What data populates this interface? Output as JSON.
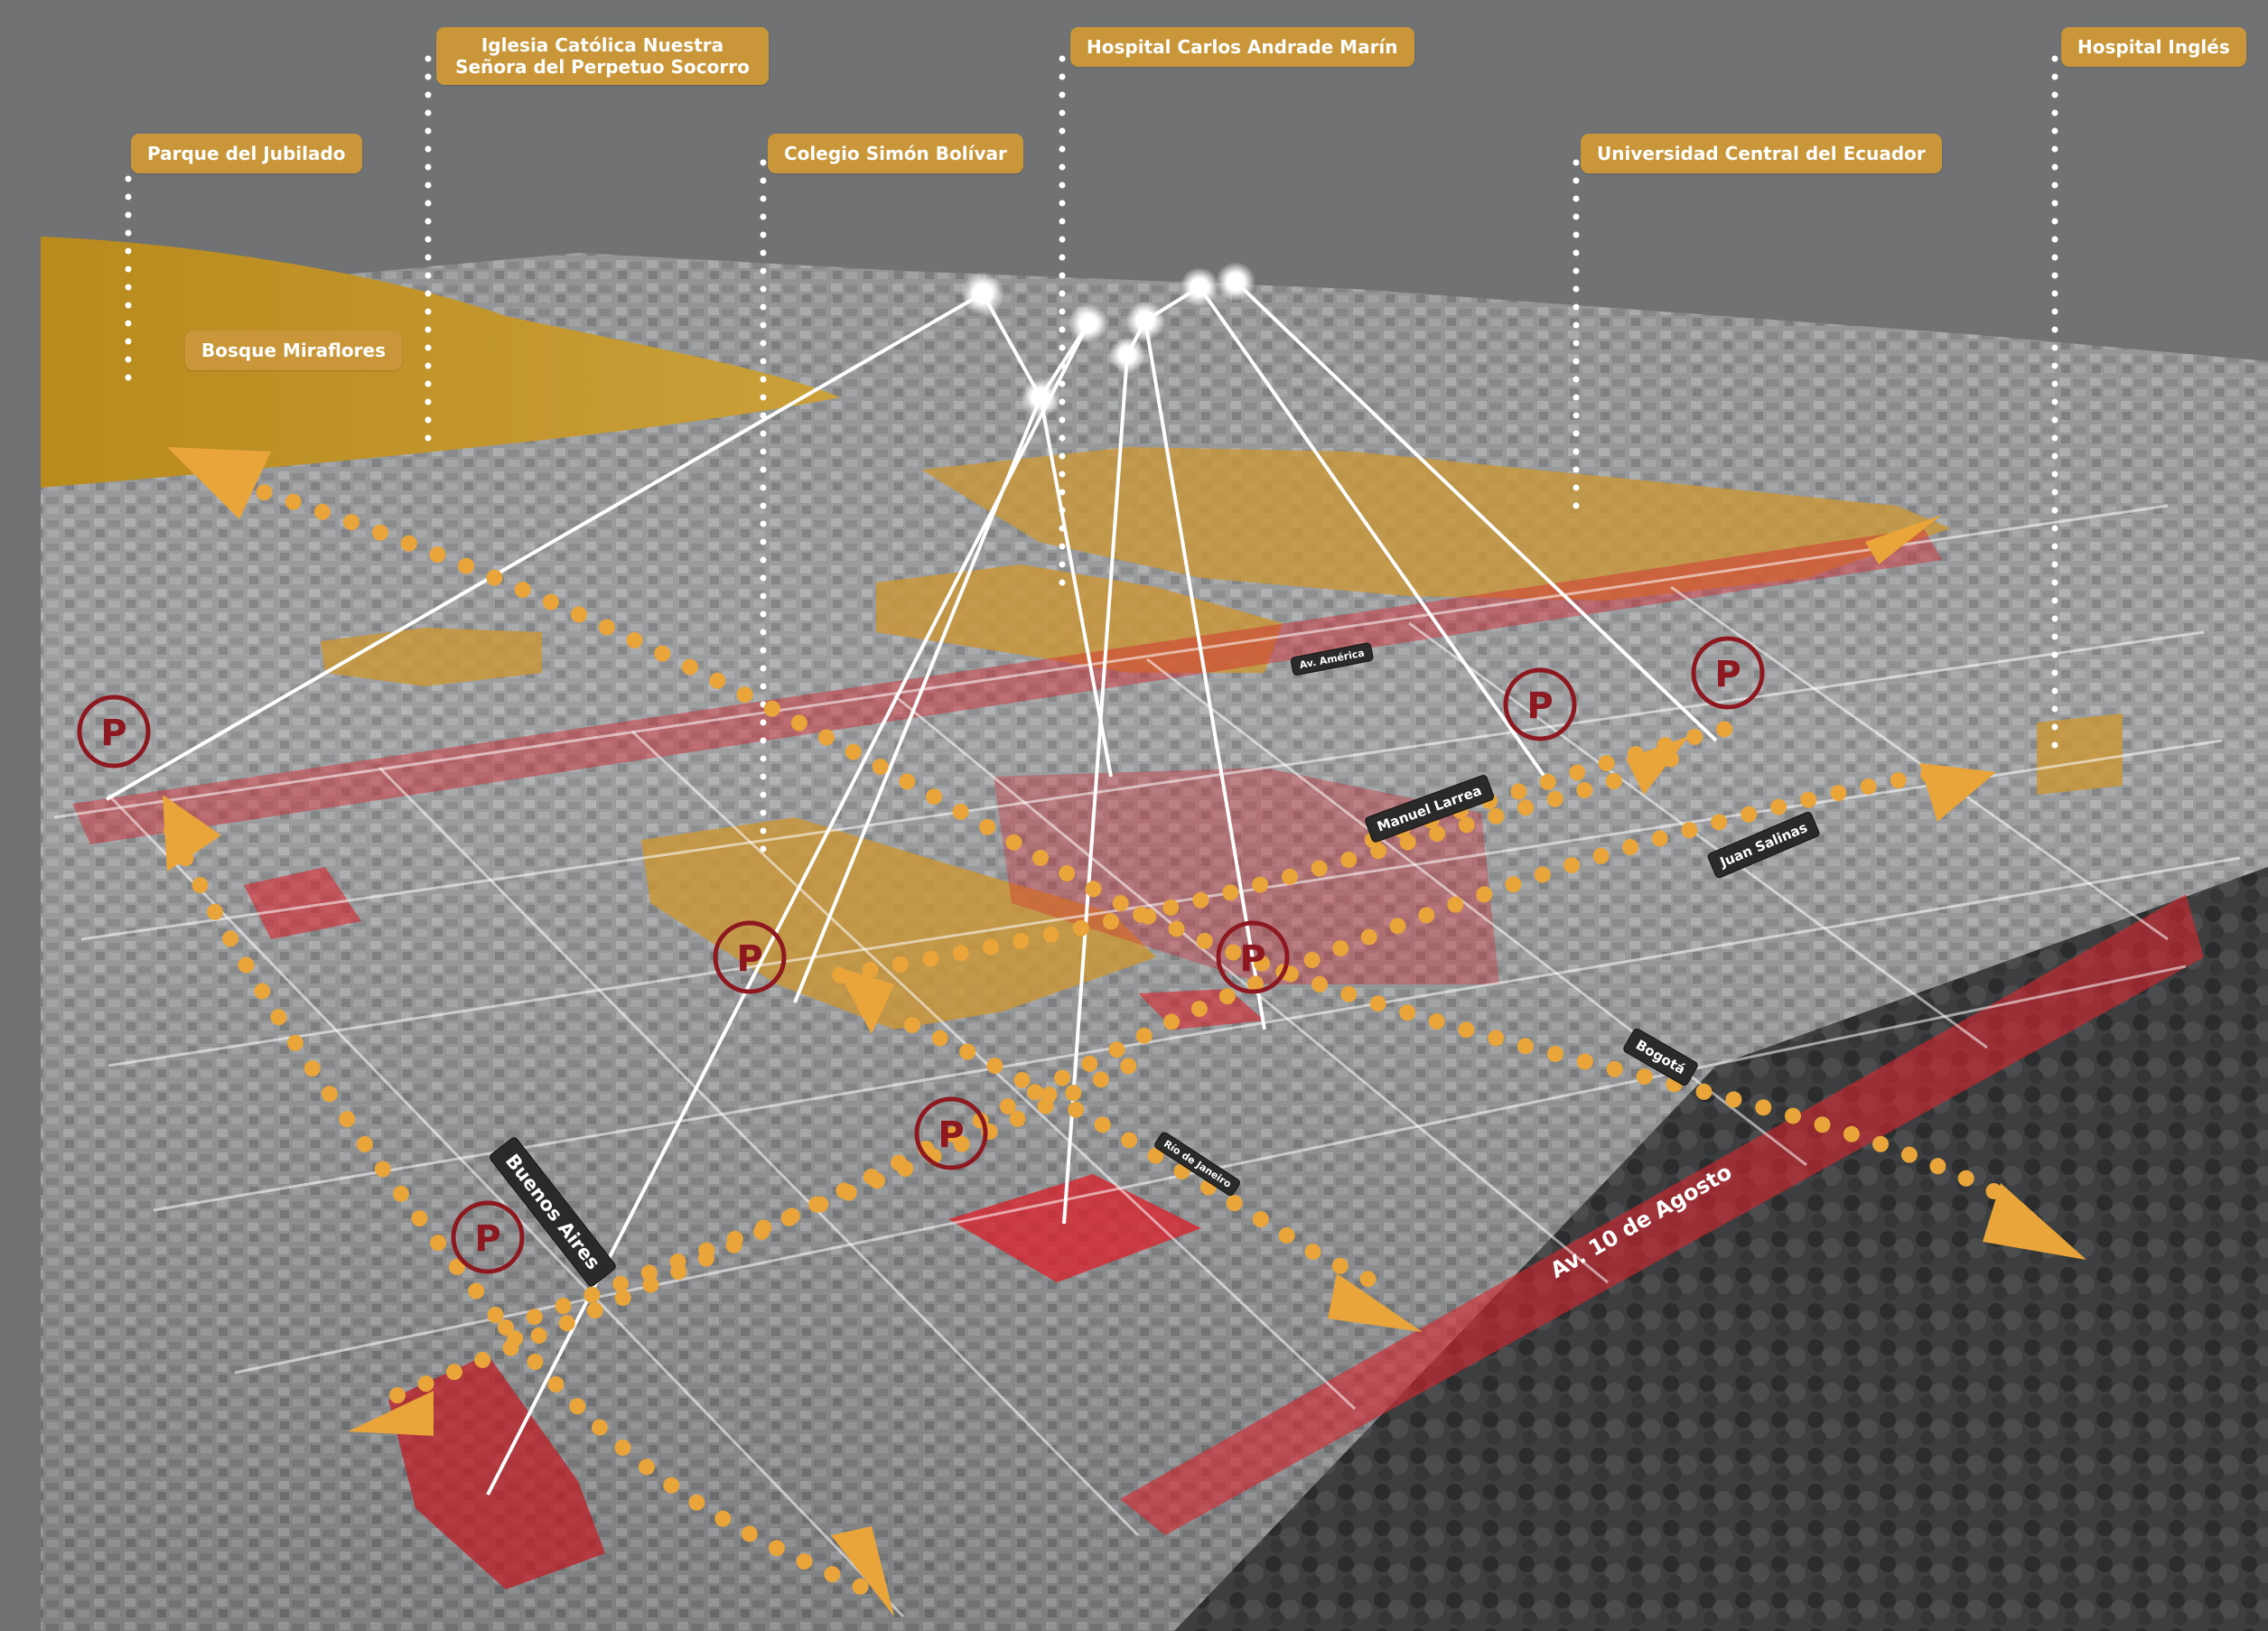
{
  "landmarks": {
    "parque_jubilado": "Parque del Jubilado",
    "iglesia": "Iglesia Católica Nuestra Señora del Perpetuo Socorro",
    "colegio": "Colegio Simón Bolívar",
    "hospital_andrade": "Hospital Carlos Andrade Marín",
    "universidad": "Universidad Central del Ecuador",
    "hospital_ingles": "Hospital Inglés",
    "bosque": "Bosque Miraflores"
  },
  "streets": {
    "av_america": "Av. América",
    "manuel_larrea": "Manuel Larrea",
    "juan_salinas": "Juan Salinas",
    "bogota": "Bogotá",
    "rio_janeiro": "Río de Janeiro",
    "buenos_aires": "Buenos Aires",
    "av_10_agosto": "Av. 10 de Agosto"
  },
  "parking_symbol": "P",
  "colors": {
    "background": "#707274",
    "label_fill": "#C9973A",
    "highlight_gold": "#C9973A",
    "route_orange": "#E9A43A",
    "red_zone": "#D8262F",
    "parking_ring": "#8E1820",
    "street_tag": "#2a2a2a"
  },
  "icons": [
    "parking-icon",
    "arrow-icon",
    "node-icon"
  ]
}
